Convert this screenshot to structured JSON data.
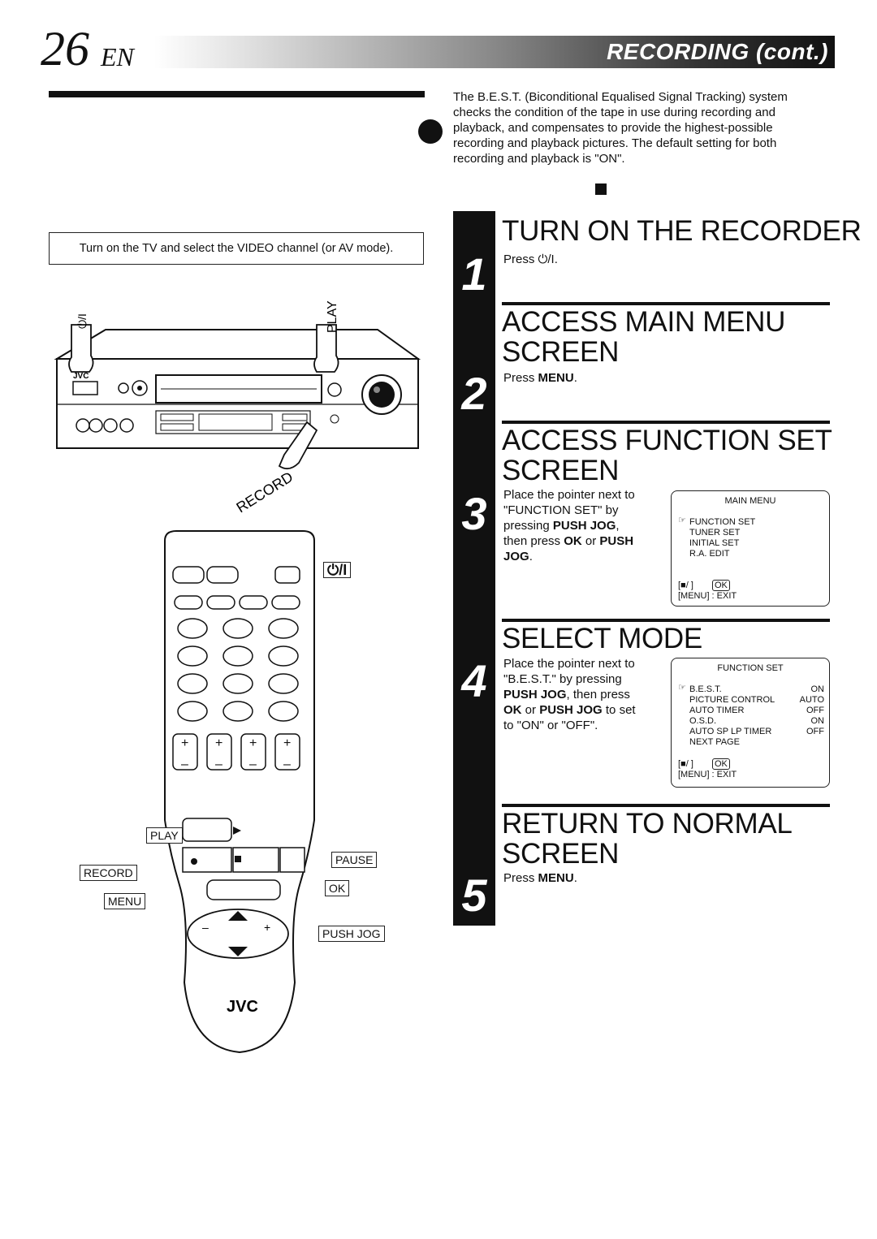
{
  "header": {
    "page_number": "26",
    "language": "EN",
    "section_title": "RECORDING (cont.)"
  },
  "intro": {
    "best_text": "The B.E.S.T. (Biconditional Equalised Signal Tracking) system checks the condition of the tape in use during recording and playback, and compensates to provide the highest-possible recording and playback pictures. The default setting for both recording and playback is \"ON\"."
  },
  "tv_instruction": "Turn on the TV and select the VIDEO channel (or AV mode).",
  "vcr_labels": {
    "power_symbol": "⏻/I",
    "play": "PLAY",
    "record": "RECORD",
    "brand": "JVC"
  },
  "remote_callouts": {
    "power": "⏻/I",
    "play": "PLAY",
    "record": "RECORD",
    "menu": "MENU",
    "pause": "PAUSE",
    "ok": "OK",
    "push_jog": "PUSH JOG",
    "brand": "JVC"
  },
  "steps": [
    {
      "number": "1",
      "title": "TURN ON THE RECORDER",
      "body_prefix": "Press ",
      "body_symbol": "⏻/I",
      "body_suffix": "."
    },
    {
      "number": "2",
      "title_line1": "ACCESS MAIN MENU",
      "title_line2": "SCREEN",
      "body_prefix": "Press ",
      "body_bold": "MENU",
      "body_suffix": "."
    },
    {
      "number": "3",
      "title_line1": "ACCESS FUNCTION SET",
      "title_line2": "SCREEN",
      "body_line1": "Place the pointer next to",
      "body_line2": "\"FUNCTION SET\" by",
      "body_line3_prefix": "pressing ",
      "body_line3_bold": "PUSH JOG",
      "body_line3_suffix": ",",
      "body_line4_prefix": "then press ",
      "body_line4_bold1": "OK",
      "body_line4_mid": " or ",
      "body_line4_bold2": "PUSH",
      "body_line5_bold": "JOG",
      "body_line5_suffix": "."
    },
    {
      "number": "4",
      "title": "SELECT MODE",
      "body_line1": "Place the pointer next to",
      "body_line2": "\"B.E.S.T.\" by pressing",
      "body_line3_bold": "PUSH JOG",
      "body_line3_suffix": ", then press",
      "body_line4_bold1": "OK",
      "body_line4_mid": " or ",
      "body_line4_bold2": "PUSH JOG",
      "body_line4_suffix": " to set",
      "body_line5": "to \"ON\" or \"OFF\"."
    },
    {
      "number": "5",
      "title_line1": "RETURN TO NORMAL",
      "title_line2": "SCREEN",
      "body_prefix": "Press ",
      "body_bold": "MENU",
      "body_suffix": "."
    }
  ],
  "main_menu_screen": {
    "title": "MAIN MENU",
    "items": [
      "FUNCTION SET",
      "TUNER SET",
      "INITIAL SET",
      "R.A. EDIT"
    ],
    "footer_nav": "[■/  ]",
    "footer_ok": "OK",
    "footer_exit": "[MENU] : EXIT"
  },
  "function_set_screen": {
    "title": "FUNCTION SET",
    "rows": [
      {
        "label": "B.E.S.T.",
        "value": "ON"
      },
      {
        "label": "PICTURE CONTROL",
        "value": "AUTO"
      },
      {
        "label": "AUTO TIMER",
        "value": "OFF"
      },
      {
        "label": "O.S.D.",
        "value": "ON"
      },
      {
        "label": "AUTO SP  LP TIMER",
        "value": "OFF"
      },
      {
        "label": "NEXT PAGE",
        "value": ""
      }
    ],
    "footer_nav": "[■/  ]",
    "footer_ok": "OK",
    "footer_exit": "[MENU] : EXIT"
  }
}
